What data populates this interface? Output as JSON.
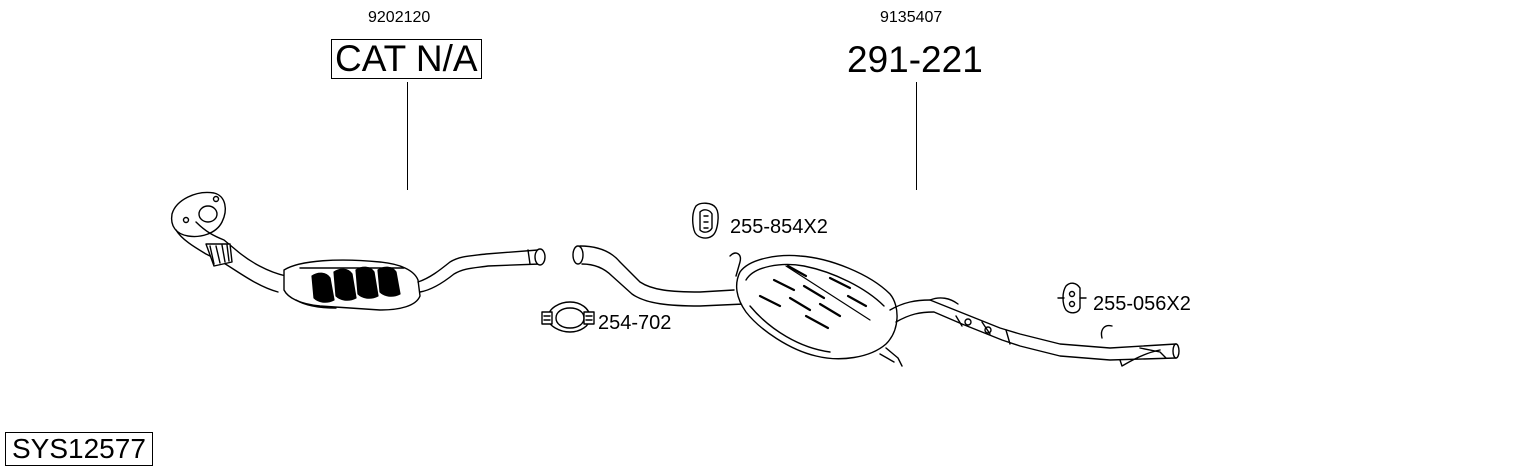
{
  "parts": {
    "catalyst": {
      "oe_number": "9202120",
      "part_number": "CAT N/A"
    },
    "rear_box": {
      "oe_number": "9135407",
      "part_number": "291-221"
    }
  },
  "accessories": {
    "hanger_front": "255-854X2",
    "clamp": "254-702",
    "hanger_rear": "255-056X2"
  },
  "system_id": "SYS12577"
}
